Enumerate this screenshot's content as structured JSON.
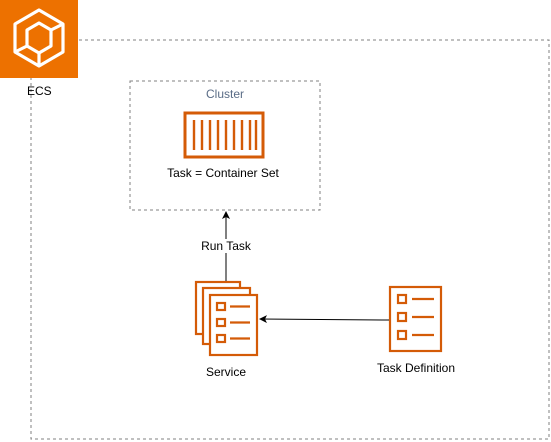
{
  "diagram": {
    "ecs": {
      "label": "ECS",
      "color": "#ED7100"
    },
    "cluster": {
      "label": "Cluster",
      "label_color": "#5A6C86",
      "task_label": "Task = Container Set"
    },
    "service": {
      "label": "Service"
    },
    "task_definition": {
      "label": "Task Definition"
    },
    "edges": {
      "run_task": "Run Task"
    },
    "colors": {
      "accent": "#D45B07",
      "border": "#808080",
      "arrow": "#000000"
    }
  }
}
